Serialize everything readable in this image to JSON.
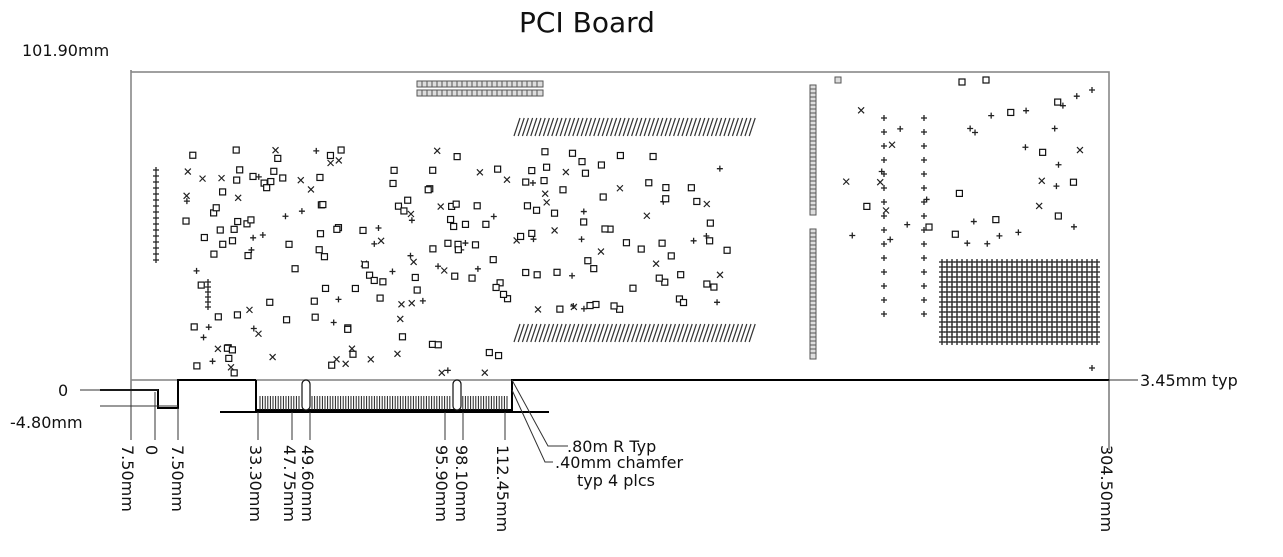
{
  "title": "PCI Board",
  "height_label": "101.90mm",
  "origin_label": "0",
  "bottom_label": "-4.80mm",
  "typ_label": "3.45mm typ",
  "radius_note": ".80m R Typ",
  "chamfer_note_line1": ".40mm chamfer",
  "chamfer_note_line2": "typ 4 plcs",
  "x_dimensions": [
    "7.50mm",
    "0",
    "7.50mm",
    "33.30mm",
    "49.60mm",
    "47.75mm",
    "95.90mm",
    "98.10mm",
    "112.45mm",
    "304.50mm"
  ]
}
